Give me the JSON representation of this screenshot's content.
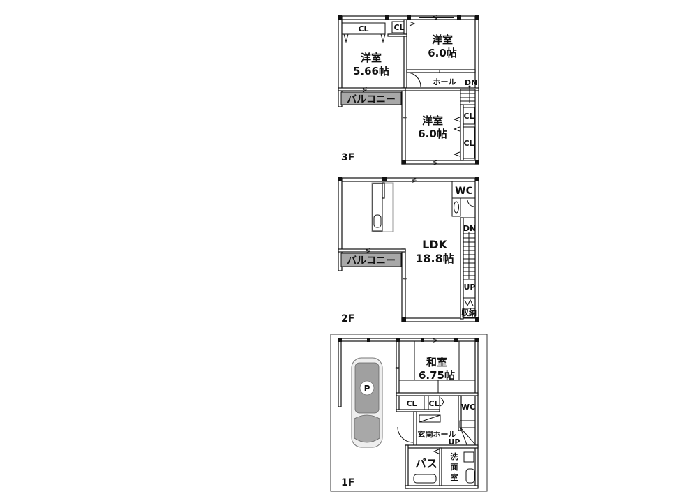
{
  "floors": [
    {
      "id": "3F",
      "label": "3F",
      "rooms": [
        {
          "name": "洋室",
          "size": "5.66帖"
        },
        {
          "name": "洋室",
          "size": "6.0帖"
        },
        {
          "name": "洋室",
          "size": "6.0帖"
        }
      ],
      "balcony": "バルコニー",
      "hall": "ホール",
      "stairs": "DN",
      "closets": [
        "CL",
        "CL",
        "CL",
        "CL"
      ]
    },
    {
      "id": "2F",
      "label": "2F",
      "rooms": [
        {
          "name": "LDK",
          "size": "18.8帖"
        }
      ],
      "balcony": "バルコニー",
      "wc": "WC",
      "stairs_down": "DN",
      "stairs_up": "UP",
      "storage": "収納"
    },
    {
      "id": "1F",
      "label": "1F",
      "rooms": [
        {
          "name": "和室",
          "size": "6.75帖"
        }
      ],
      "parking": "P",
      "closets": [
        "CL",
        "CL"
      ],
      "wc": "WC",
      "entrance_hall": "玄関ホール",
      "stairs_up": "UP",
      "bath": "バス",
      "washroom": [
        "洗",
        "面",
        "室"
      ]
    }
  ],
  "colors": {
    "wall": "#111111",
    "balcony": "#a8a8a8",
    "car_body": "#a0a0a0",
    "background": "#ffffff"
  }
}
